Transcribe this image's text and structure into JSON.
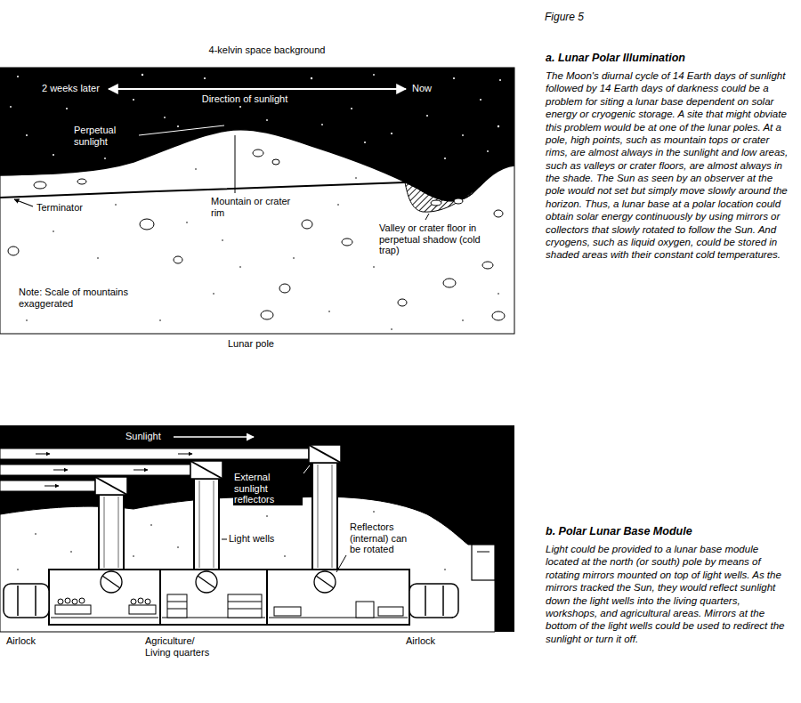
{
  "diagram": {
    "title": "Figure 5",
    "labels": [
      "4-kelvin space background",
      "2 weeks later",
      "Direction of sunlight",
      "Now",
      "Perpetual sunlight",
      "Mountain or crater rim",
      "Terminator",
      "Valley or crater floor in perpetual shadow (cold trap)",
      "Note: Scale of mountains exaggerated",
      "Lunar pole",
      "a. Lunar Polar Illumination",
      "The Moon's diurnal cycle of 14 Earth days of sunlight followed by 14 Earth days of darkness could be a problem for siting a lunar base dependent on solar energy or cryogenic storage. A site that might obviate this problem would be at one of the lunar poles. At a pole, high points, such as mountain tops or crater rims, are almost always in the sunlight and low areas, such as valleys or crater floors, are almost always in the shade. The Sun as seen by an observer at the pole would not set but simply move slowly around the horizon. Thus, a lunar base at a polar location could obtain solar energy continuously by using mirrors or collectors that slowly rotated to follow the Sun. And cryogens, such as liquid oxygen, could be stored in shaded areas with their constant cold temperatures.",
      "Sunlight",
      "External sunlight reflectors",
      "Light wells",
      "Reflectors (internal) can be rotated",
      "Airlock",
      "Agriculture/ Living quarters",
      "Airlock",
      "b. Polar Lunar Base Module",
      "Light could be provided to a lunar base module located at the north (or south) pole by means of rotating mirrors mounted on top of light wells. As the mirrors tracked the Sun, they would reflect sunlight down the light wells into the living quarters, workshops, and agricultural areas. Mirrors at the bottom of the light wells could be used to redirect the sunlight or turn it off."
    ]
  }
}
